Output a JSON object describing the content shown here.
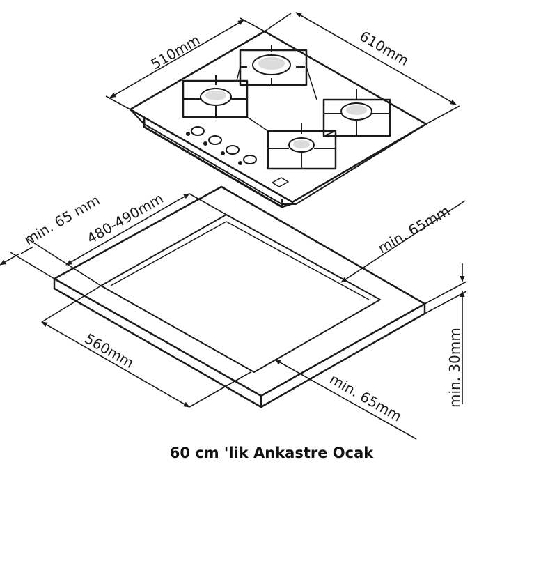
{
  "dimensions": {
    "hob_depth": "510mm",
    "hob_width": "610mm",
    "cutout_margin_left": "min. 65 mm",
    "cutout_depth": "480-490mm",
    "cutout_margin_back": "min. 65mm",
    "cutout_width": "560mm",
    "cutout_margin_front": "min. 65mm",
    "counter_thickness": "min. 30mm"
  },
  "caption": "60 cm 'lik Ankastre Ocak",
  "colors": {
    "line": "#1a1a1a",
    "background": "#ffffff"
  }
}
